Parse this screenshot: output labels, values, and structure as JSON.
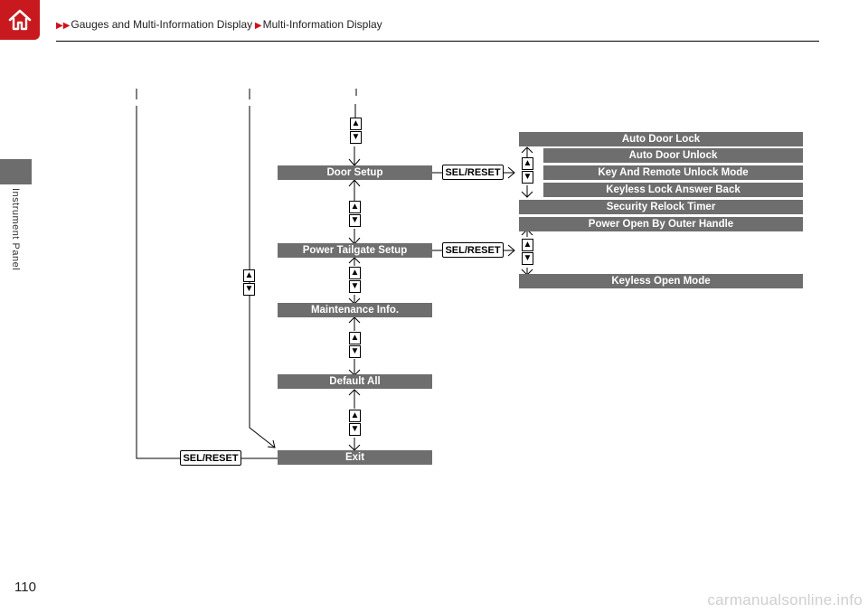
{
  "header": {
    "breadcrumb": [
      {
        "label": "Gauges and Multi-Information Display"
      },
      {
        "label": "Multi-Information Display"
      }
    ]
  },
  "side_tab": {
    "label": "Instrument Panel"
  },
  "page_number": "110",
  "watermark": "carmanualsonline.info",
  "colors": {
    "accent": "#c8191e",
    "box_fill": "#6e6e6e",
    "breadcrumb_arrow": "#d0121b"
  },
  "menu": {
    "items": [
      {
        "label": "Door Setup"
      },
      {
        "label": "Power Tailgate Setup"
      },
      {
        "label": "Maintenance Info."
      },
      {
        "label": "Default All"
      },
      {
        "label": "Exit"
      }
    ]
  },
  "door_setup_options": [
    {
      "label": "Auto Door Lock"
    },
    {
      "label": "Auto Door Unlock"
    },
    {
      "label": "Key And Remote Unlock Mode"
    },
    {
      "label": "Keyless Lock Answer Back"
    },
    {
      "label": "Security Relock Timer"
    }
  ],
  "tailgate_options": [
    {
      "label": "Power Open By Outer Handle"
    },
    {
      "label": "Keyless Open Mode"
    }
  ],
  "sel_reset_label": "SEL/RESET",
  "arrow_up": "▲",
  "arrow_down": "▼"
}
